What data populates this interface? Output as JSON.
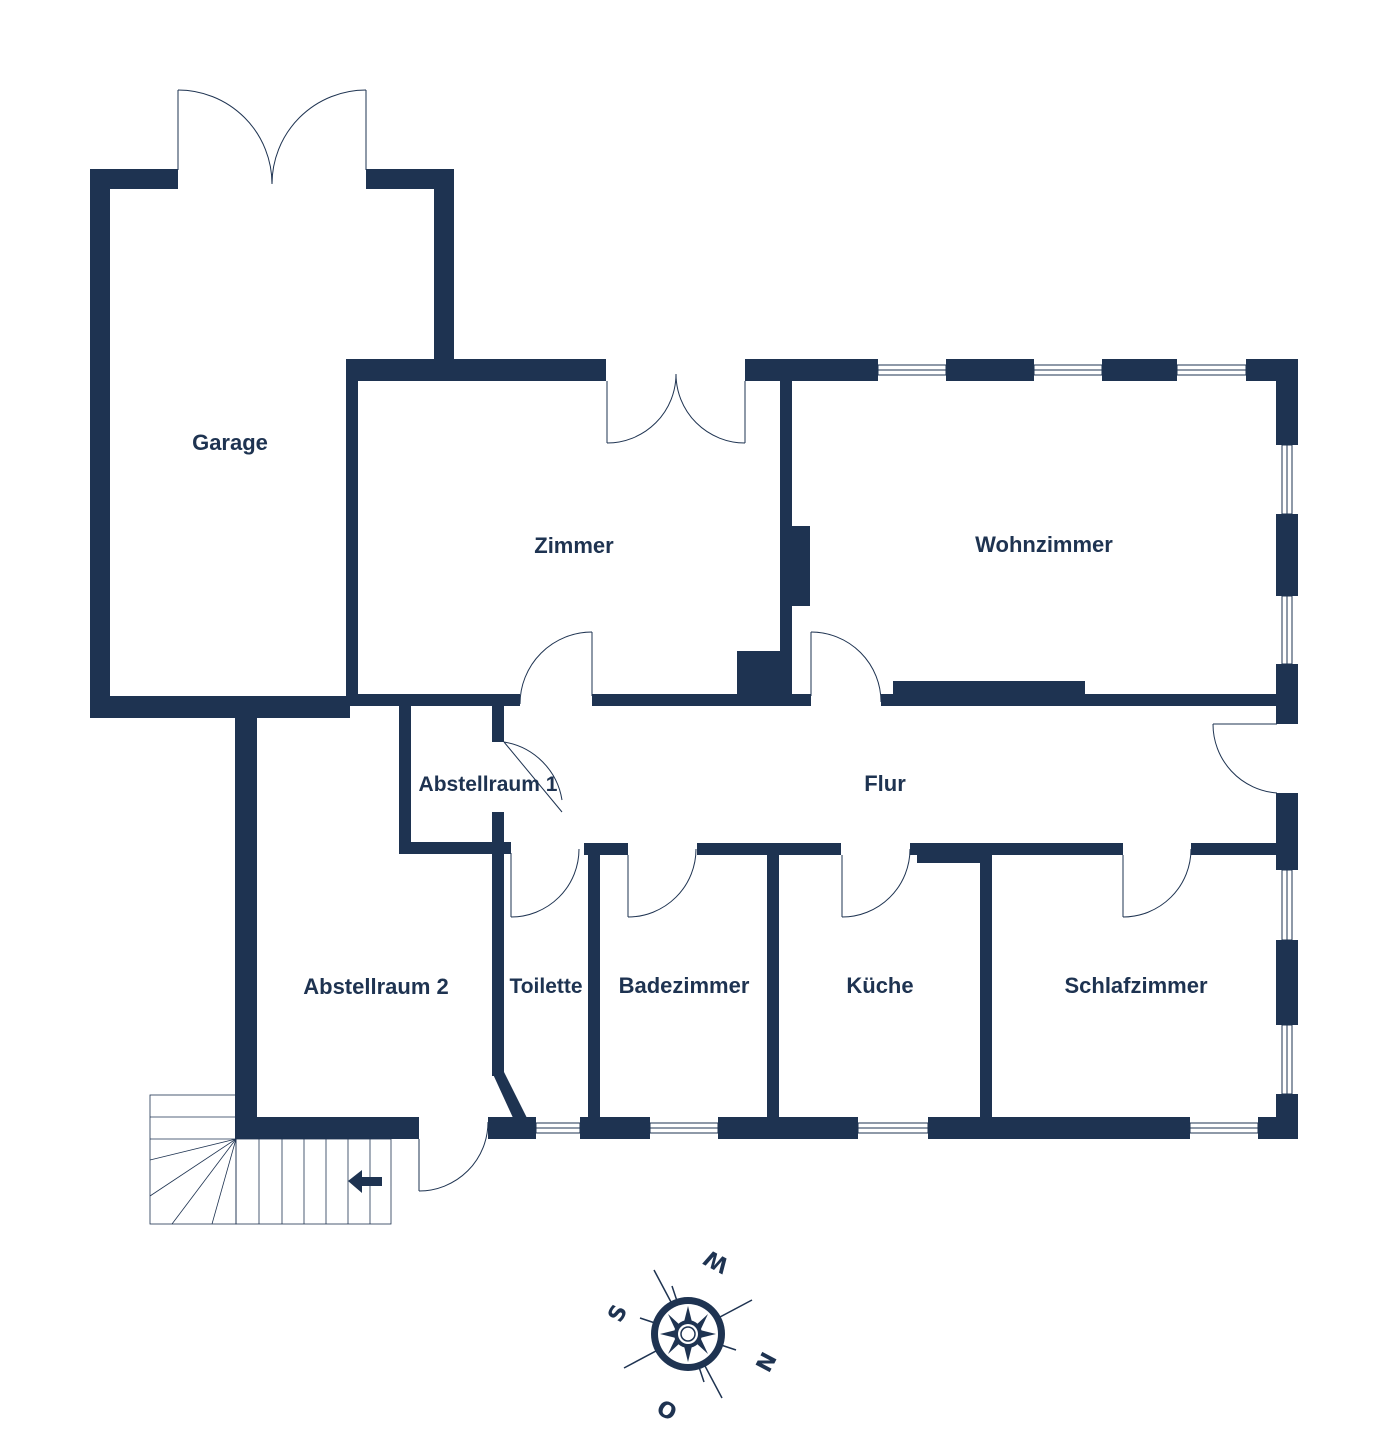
{
  "colors": {
    "wall": "#1e3351",
    "line": "#1e3351",
    "background": "#ffffff"
  },
  "rooms": {
    "garage": "Garage",
    "zimmer": "Zimmer",
    "wohnzimmer": "Wohnzimmer",
    "flur": "Flur",
    "abstellraum1": "Abstellraum 1",
    "abstellraum2": "Abstellraum 2",
    "toilette": "Toilette",
    "badezimmer": "Badezimmer",
    "kueche": "Küche",
    "schlafzimmer": "Schlafzimmer"
  },
  "compass": {
    "n": "N",
    "s": "S",
    "w": "W",
    "o": "O"
  },
  "icons": {
    "stairs_arrow": "arrow-left-icon",
    "compass": "compass-rose-icon"
  }
}
